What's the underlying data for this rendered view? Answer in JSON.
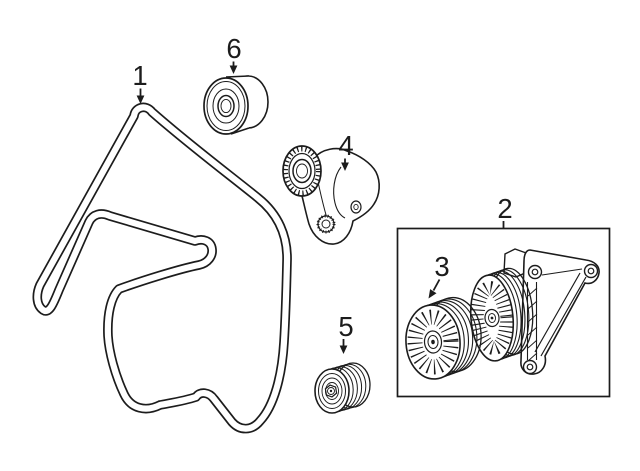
{
  "colors": {
    "background": "#ffffff",
    "line": "#1c1c1c"
  },
  "callouts": [
    {
      "label": "1"
    },
    {
      "label": "2"
    },
    {
      "label": "3"
    },
    {
      "label": "4"
    },
    {
      "label": "5"
    },
    {
      "label": "6"
    }
  ]
}
